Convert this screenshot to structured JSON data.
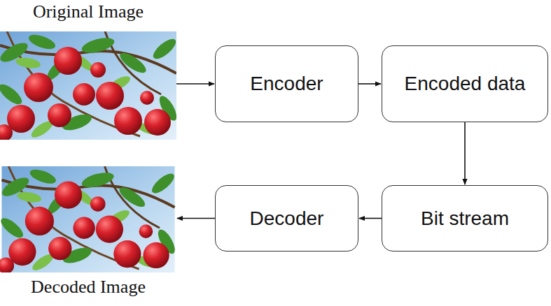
{
  "diagram": {
    "nodes": [
      {
        "text": [
          "Original Image"
        ]
      },
      {
        "text": [
          "Encoder"
        ]
      },
      {
        "text": [
          "Encoded data"
        ]
      },
      {
        "text": [
          "Bit stream"
        ]
      },
      {
        "text": [
          "Decoder"
        ]
      },
      {
        "text": [
          "Decoded Image"
        ]
      }
    ],
    "edges": [
      {
        "from": 0,
        "to": 1,
        "arrow": "to"
      },
      {
        "from": 1,
        "to": 2,
        "arrow": "to"
      },
      {
        "from": 2,
        "to": 3,
        "arrow": "to"
      },
      {
        "from": 3,
        "to": 4,
        "arrow": "to"
      },
      {
        "from": 4,
        "to": 5,
        "arrow": "to"
      }
    ]
  }
}
